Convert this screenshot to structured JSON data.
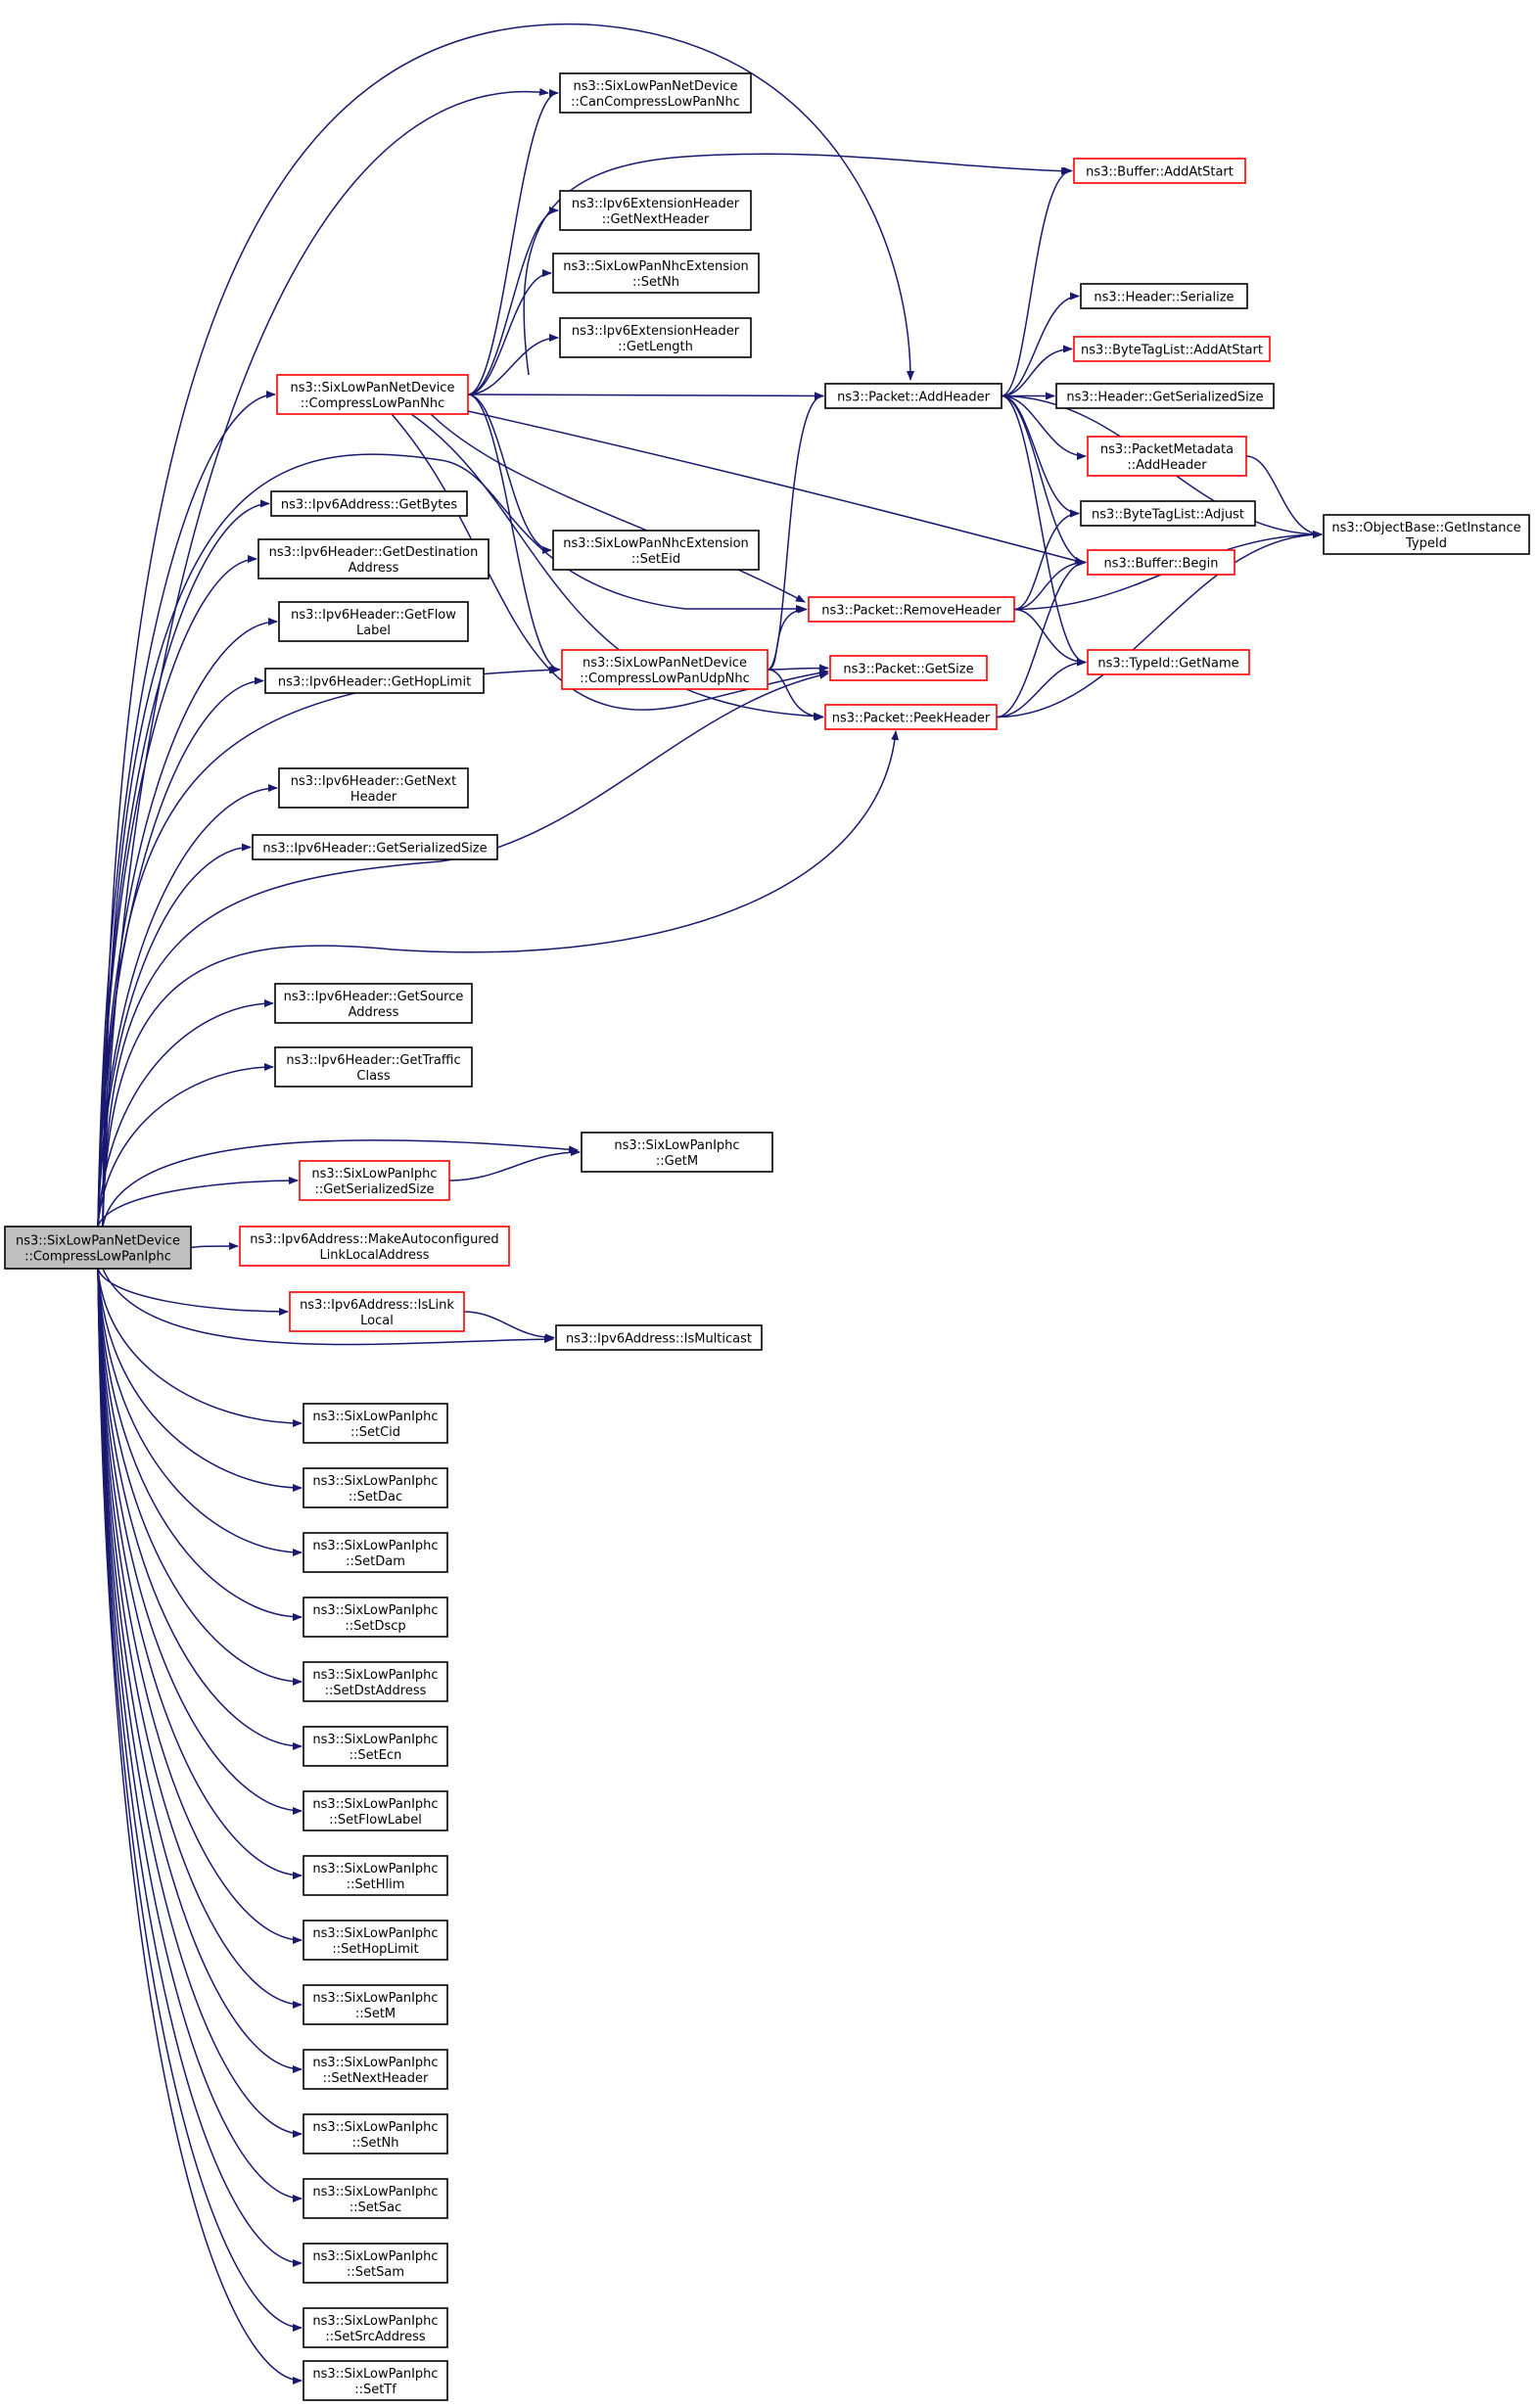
{
  "colors": {
    "edge": "#191970",
    "border_normal": "#000000",
    "border_red": "#ff0000",
    "root_fill": "#bfbfbf",
    "node_fill": "#ffffff"
  },
  "root": {
    "label": [
      "ns3::SixLowPanNetDevice",
      "::CompressLowPanIphc"
    ]
  },
  "nodes": [
    {
      "id": "can_compress",
      "label": [
        "ns3::SixLowPanNetDevice",
        "::CanCompressLowPanNhc"
      ],
      "style": "black"
    },
    {
      "id": "buf_addatstart",
      "label": [
        "ns3::Buffer::AddAtStart"
      ],
      "style": "red"
    },
    {
      "id": "ext_getnext",
      "label": [
        "ns3::Ipv6ExtensionHeader",
        "::GetNextHeader"
      ],
      "style": "black"
    },
    {
      "id": "nhcext_setnh",
      "label": [
        "ns3::SixLowPanNhcExtension",
        "::SetNh"
      ],
      "style": "black"
    },
    {
      "id": "ext_getlength",
      "label": [
        "ns3::Ipv6ExtensionHeader",
        "::GetLength"
      ],
      "style": "black"
    },
    {
      "id": "compress_nhc",
      "label": [
        "ns3::SixLowPanNetDevice",
        "::CompressLowPanNhc"
      ],
      "style": "red"
    },
    {
      "id": "hdr_serialize",
      "label": [
        "ns3::Header::Serialize"
      ],
      "style": "black"
    },
    {
      "id": "btl_addatstart",
      "label": [
        "ns3::ByteTagList::AddAtStart"
      ],
      "style": "red"
    },
    {
      "id": "pkt_addheader",
      "label": [
        "ns3::Packet::AddHeader"
      ],
      "style": "black"
    },
    {
      "id": "hdr_getser",
      "label": [
        "ns3::Header::GetSerializedSize"
      ],
      "style": "black"
    },
    {
      "id": "pm_addheader",
      "label": [
        "ns3::PacketMetadata",
        "::AddHeader"
      ],
      "style": "red"
    },
    {
      "id": "v6a_getbytes",
      "label": [
        "ns3::Ipv6Address::GetBytes"
      ],
      "style": "black"
    },
    {
      "id": "btl_adjust",
      "label": [
        "ns3::ByteTagList::Adjust"
      ],
      "style": "black"
    },
    {
      "id": "ob_gettypeid",
      "label": [
        "ns3::ObjectBase::GetInstance",
        "TypeId"
      ],
      "style": "black"
    },
    {
      "id": "v6h_getdst",
      "label": [
        "ns3::Ipv6Header::GetDestination",
        "Address"
      ],
      "style": "black"
    },
    {
      "id": "nhcext_seteid",
      "label": [
        "ns3::SixLowPanNhcExtension",
        "::SetEid"
      ],
      "style": "black"
    },
    {
      "id": "buf_begin",
      "label": [
        "ns3::Buffer::Begin"
      ],
      "style": "red"
    },
    {
      "id": "v6h_getflow",
      "label": [
        "ns3::Ipv6Header::GetFlow",
        "Label"
      ],
      "style": "black"
    },
    {
      "id": "pkt_removeheader",
      "label": [
        "ns3::Packet::RemoveHeader"
      ],
      "style": "red"
    },
    {
      "id": "v6h_gethop",
      "label": [
        "ns3::Ipv6Header::GetHopLimit"
      ],
      "style": "black"
    },
    {
      "id": "compress_udp",
      "label": [
        "ns3::SixLowPanNetDevice",
        "::CompressLowPanUdpNhc"
      ],
      "style": "red"
    },
    {
      "id": "pkt_getsize",
      "label": [
        "ns3::Packet::GetSize"
      ],
      "style": "red"
    },
    {
      "id": "typeid_getname",
      "label": [
        "ns3::TypeId::GetName"
      ],
      "style": "red"
    },
    {
      "id": "pkt_peekheader",
      "label": [
        "ns3::Packet::PeekHeader"
      ],
      "style": "red"
    },
    {
      "id": "v6h_getnext",
      "label": [
        "ns3::Ipv6Header::GetNext",
        "Header"
      ],
      "style": "black"
    },
    {
      "id": "v6h_getser",
      "label": [
        "ns3::Ipv6Header::GetSerializedSize"
      ],
      "style": "black"
    },
    {
      "id": "v6h_getsrc",
      "label": [
        "ns3::Ipv6Header::GetSource",
        "Address"
      ],
      "style": "black"
    },
    {
      "id": "v6h_gettraffic",
      "label": [
        "ns3::Ipv6Header::GetTraffic",
        "Class"
      ],
      "style": "black"
    },
    {
      "id": "iphc_getm",
      "label": [
        "ns3::SixLowPanIphc",
        "::GetM"
      ],
      "style": "black"
    },
    {
      "id": "iphc_getser",
      "label": [
        "ns3::SixLowPanIphc",
        "::GetSerializedSize"
      ],
      "style": "red"
    },
    {
      "id": "v6a_makeauto",
      "label": [
        "ns3::Ipv6Address::MakeAutoconfigured",
        "LinkLocalAddress"
      ],
      "style": "red"
    },
    {
      "id": "v6a_islink",
      "label": [
        "ns3::Ipv6Address::IsLink",
        "Local"
      ],
      "style": "red"
    },
    {
      "id": "v6a_ismulti",
      "label": [
        "ns3::Ipv6Address::IsMulticast"
      ],
      "style": "black"
    },
    {
      "id": "iphc_setcid",
      "label": [
        "ns3::SixLowPanIphc",
        "::SetCid"
      ],
      "style": "black"
    },
    {
      "id": "iphc_setdac",
      "label": [
        "ns3::SixLowPanIphc",
        "::SetDac"
      ],
      "style": "black"
    },
    {
      "id": "iphc_setdam",
      "label": [
        "ns3::SixLowPanIphc",
        "::SetDam"
      ],
      "style": "black"
    },
    {
      "id": "iphc_setdscp",
      "label": [
        "ns3::SixLowPanIphc",
        "::SetDscp"
      ],
      "style": "black"
    },
    {
      "id": "iphc_setdst",
      "label": [
        "ns3::SixLowPanIphc",
        "::SetDstAddress"
      ],
      "style": "black"
    },
    {
      "id": "iphc_setecn",
      "label": [
        "ns3::SixLowPanIphc",
        "::SetEcn"
      ],
      "style": "black"
    },
    {
      "id": "iphc_setflow",
      "label": [
        "ns3::SixLowPanIphc",
        "::SetFlowLabel"
      ],
      "style": "black"
    },
    {
      "id": "iphc_sethlim",
      "label": [
        "ns3::SixLowPanIphc",
        "::SetHlim"
      ],
      "style": "black"
    },
    {
      "id": "iphc_sethop",
      "label": [
        "ns3::SixLowPanIphc",
        "::SetHopLimit"
      ],
      "style": "black"
    },
    {
      "id": "iphc_setm",
      "label": [
        "ns3::SixLowPanIphc",
        "::SetM"
      ],
      "style": "black"
    },
    {
      "id": "iphc_setnext",
      "label": [
        "ns3::SixLowPanIphc",
        "::SetNextHeader"
      ],
      "style": "black"
    },
    {
      "id": "iphc_setnh",
      "label": [
        "ns3::SixLowPanIphc",
        "::SetNh"
      ],
      "style": "black"
    },
    {
      "id": "iphc_setsac",
      "label": [
        "ns3::SixLowPanIphc",
        "::SetSac"
      ],
      "style": "black"
    },
    {
      "id": "iphc_setsam",
      "label": [
        "ns3::SixLowPanIphc",
        "::SetSam"
      ],
      "style": "black"
    },
    {
      "id": "iphc_setsrc",
      "label": [
        "ns3::SixLowPanIphc",
        "::SetSrcAddress"
      ],
      "style": "black"
    },
    {
      "id": "iphc_settf",
      "label": [
        "ns3::SixLowPanIphc",
        "::SetTf"
      ],
      "style": "black"
    }
  ],
  "edges": [
    [
      "root",
      "compress_nhc"
    ],
    [
      "root",
      "v6a_getbytes"
    ],
    [
      "root",
      "v6h_getdst"
    ],
    [
      "root",
      "v6h_getflow"
    ],
    [
      "root",
      "v6h_gethop"
    ],
    [
      "root",
      "v6h_getnext"
    ],
    [
      "root",
      "v6h_getser"
    ],
    [
      "root",
      "v6h_getsrc"
    ],
    [
      "root",
      "v6h_gettraffic"
    ],
    [
      "root",
      "iphc_getm"
    ],
    [
      "root",
      "iphc_getser"
    ],
    [
      "root",
      "v6a_makeauto"
    ],
    [
      "root",
      "v6a_islink"
    ],
    [
      "root",
      "v6a_ismulti"
    ],
    [
      "root",
      "iphc_setcid"
    ],
    [
      "root",
      "iphc_setdac"
    ],
    [
      "root",
      "iphc_setdam"
    ],
    [
      "root",
      "iphc_setdscp"
    ],
    [
      "root",
      "iphc_setdst"
    ],
    [
      "root",
      "iphc_setecn"
    ],
    [
      "root",
      "iphc_setflow"
    ],
    [
      "root",
      "iphc_sethlim"
    ],
    [
      "root",
      "iphc_sethop"
    ],
    [
      "root",
      "iphc_setm"
    ],
    [
      "root",
      "iphc_setnext"
    ],
    [
      "root",
      "iphc_setnh"
    ],
    [
      "root",
      "iphc_setsac"
    ],
    [
      "root",
      "iphc_setsam"
    ],
    [
      "root",
      "iphc_setsrc"
    ],
    [
      "root",
      "iphc_settf"
    ],
    [
      "root",
      "can_compress"
    ],
    [
      "root",
      "pkt_addheader"
    ],
    [
      "root",
      "compress_udp"
    ],
    [
      "root",
      "pkt_getsize"
    ],
    [
      "root",
      "pkt_peekheader"
    ],
    [
      "root",
      "pkt_removeheader"
    ],
    [
      "compress_nhc",
      "can_compress"
    ],
    [
      "compress_nhc",
      "buf_addatstart"
    ],
    [
      "compress_nhc",
      "ext_getnext"
    ],
    [
      "compress_nhc",
      "nhcext_setnh"
    ],
    [
      "compress_nhc",
      "ext_getlength"
    ],
    [
      "compress_nhc",
      "pkt_addheader"
    ],
    [
      "compress_nhc",
      "nhcext_seteid"
    ],
    [
      "compress_nhc",
      "pkt_removeheader"
    ],
    [
      "compress_nhc",
      "buf_begin"
    ],
    [
      "compress_nhc",
      "compress_udp"
    ],
    [
      "compress_nhc",
      "pkt_peekheader"
    ],
    [
      "compress_nhc",
      "pkt_getsize"
    ],
    [
      "pkt_addheader",
      "buf_addatstart"
    ],
    [
      "pkt_addheader",
      "hdr_serialize"
    ],
    [
      "pkt_addheader",
      "btl_addatstart"
    ],
    [
      "pkt_addheader",
      "hdr_getser"
    ],
    [
      "pkt_addheader",
      "pm_addheader"
    ],
    [
      "pkt_addheader",
      "btl_adjust"
    ],
    [
      "pkt_addheader",
      "ob_gettypeid"
    ],
    [
      "pkt_addheader",
      "buf_begin"
    ],
    [
      "pkt_addheader",
      "typeid_getname"
    ],
    [
      "pm_addheader",
      "ob_gettypeid"
    ],
    [
      "pkt_removeheader",
      "btl_adjust"
    ],
    [
      "pkt_removeheader",
      "buf_begin"
    ],
    [
      "pkt_removeheader",
      "ob_gettypeid"
    ],
    [
      "pkt_removeheader",
      "typeid_getname"
    ],
    [
      "compress_udp",
      "pkt_addheader"
    ],
    [
      "compress_udp",
      "pkt_removeheader"
    ],
    [
      "compress_udp",
      "pkt_getsize"
    ],
    [
      "compress_udp",
      "pkt_peekheader"
    ],
    [
      "pkt_peekheader",
      "buf_begin"
    ],
    [
      "pkt_peekheader",
      "typeid_getname"
    ],
    [
      "pkt_peekheader",
      "ob_gettypeid"
    ],
    [
      "iphc_getser",
      "iphc_getm"
    ],
    [
      "v6a_islink",
      "v6a_ismulti"
    ]
  ]
}
